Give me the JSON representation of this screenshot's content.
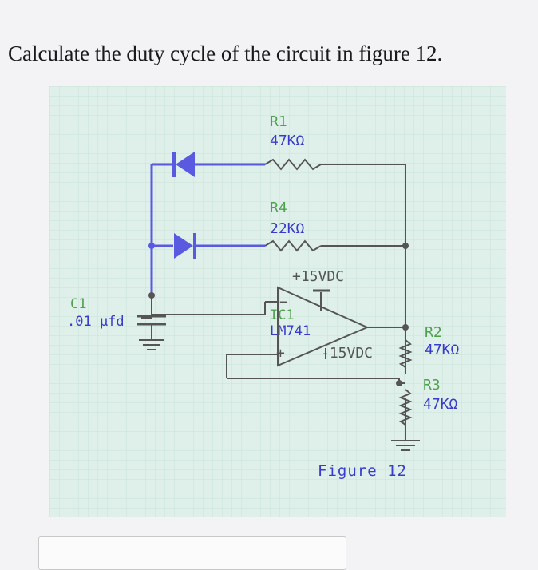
{
  "question": "Calculate the duty cycle of the circuit in figure 12.",
  "figure": {
    "caption": "Figure 12",
    "r1": {
      "name": "R1",
      "value": "47KΩ"
    },
    "r4": {
      "name": "R4",
      "value": "22KΩ"
    },
    "r2": {
      "name": "R2",
      "value": "47KΩ"
    },
    "r3": {
      "name": "R3",
      "value": "47KΩ"
    },
    "c1": {
      "name": "C1",
      "value": ".01 µfd"
    },
    "ic": {
      "name": "IC1",
      "part": "LM741"
    },
    "vplus": "+15VDC",
    "vminus": "-15VDC",
    "pin_minus": "−",
    "pin_plus": "+"
  },
  "colors": {
    "panel": "#dff0ea",
    "wire_blue": "#5a5ae0",
    "wire_gray": "#555555",
    "label_green": "#4fa04f",
    "label_blue": "#3a3acc",
    "label_gray": "#666666"
  }
}
